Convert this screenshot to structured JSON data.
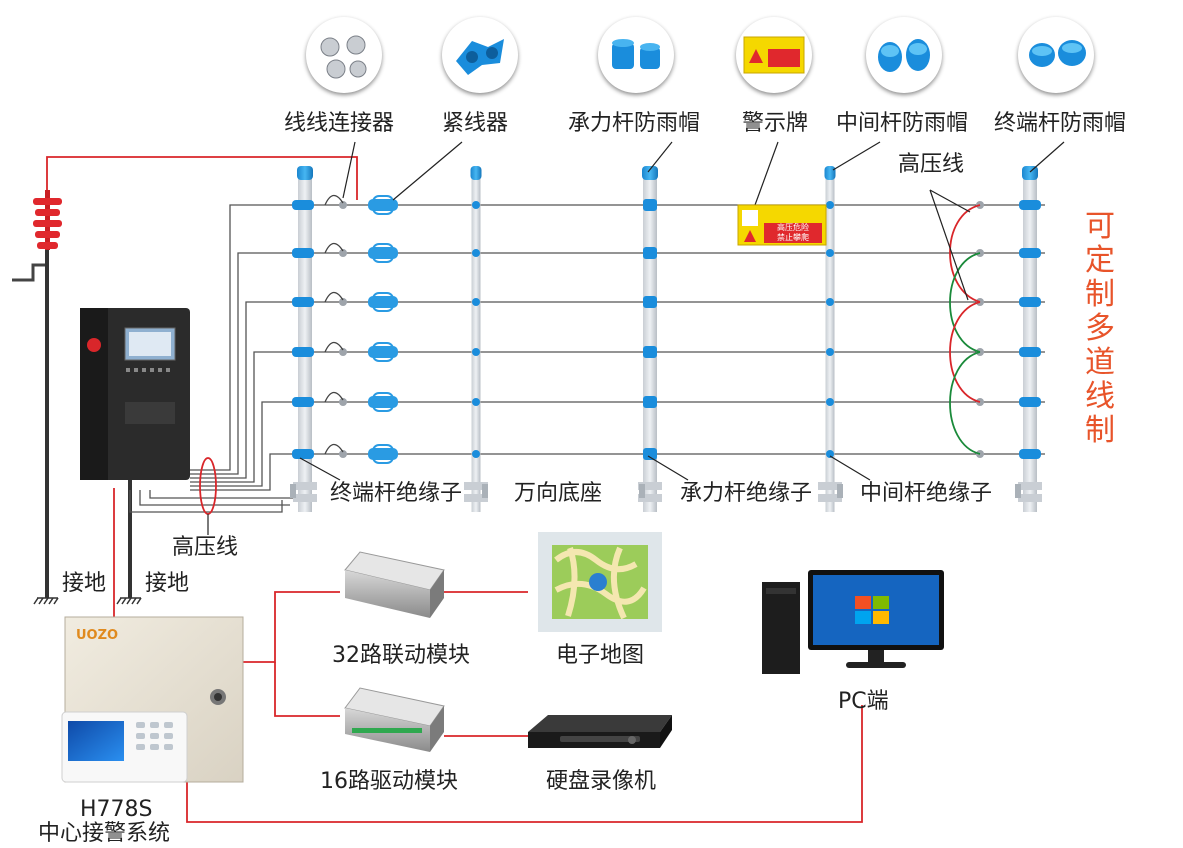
{
  "top_labels": {
    "line_connector": "线线连接器",
    "tensioner": "紧线器",
    "load_pole_cap": "承力杆防雨帽",
    "warning_sign": "警示牌",
    "mid_pole_cap": "中间杆防雨帽",
    "end_pole_cap": "终端杆防雨帽"
  },
  "hv_line_label_top": "高压线",
  "hv_line_label_bottom": "高压线",
  "custom_text": "可定制多道线制",
  "bottom_labels": {
    "end_insulator": "终端杆绝缘子",
    "universal_base": "万向底座",
    "load_insulator": "承力杆绝缘子",
    "mid_insulator": "中间杆绝缘子"
  },
  "ground_label_1": "接地",
  "ground_label_2": "接地",
  "sign_text_1": "高压危险",
  "sign_text_2": "禁止攀爬",
  "module_32": "32路联动模块",
  "emap": "电子地图",
  "module_16": "16路驱动模块",
  "nvr": "硬盘录像机",
  "pc": "PC端",
  "host_model": "H778S",
  "host_name": "中心接警系统",
  "brand_logo": "UOZO",
  "colors": {
    "wire_red": "#d9262a",
    "pole_blue": "#1a8ddc",
    "custom_text": "#e8542a",
    "sign_yellow": "#f5d800"
  }
}
